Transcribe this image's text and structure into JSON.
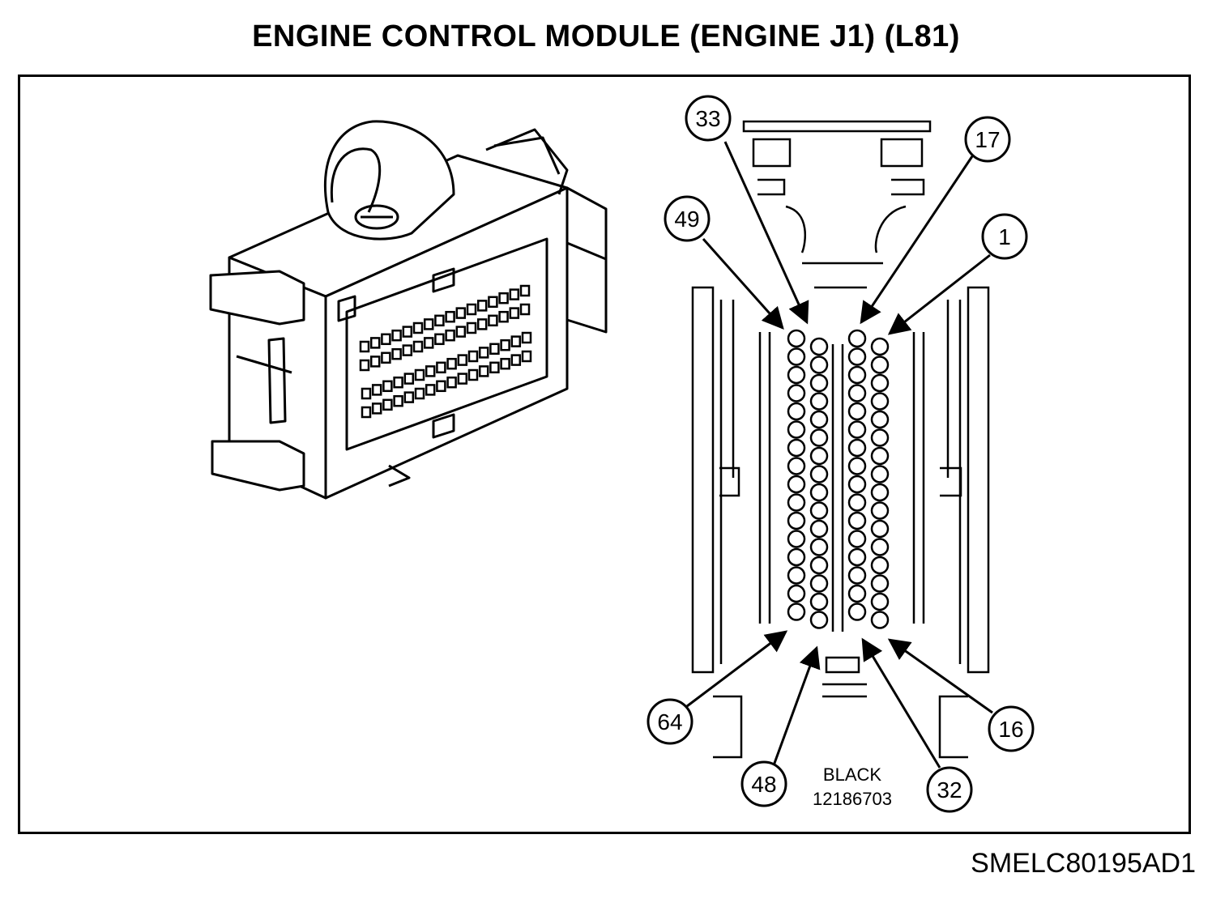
{
  "title": "ENGINE CONTROL MODULE (ENGINE J1) (L81)",
  "document_code": "SMELC80195AD1",
  "connector": {
    "color": "BLACK",
    "part_number": "12186703"
  },
  "pin_callouts": [
    "33",
    "17",
    "49",
    "1",
    "64",
    "16",
    "48",
    "32"
  ]
}
